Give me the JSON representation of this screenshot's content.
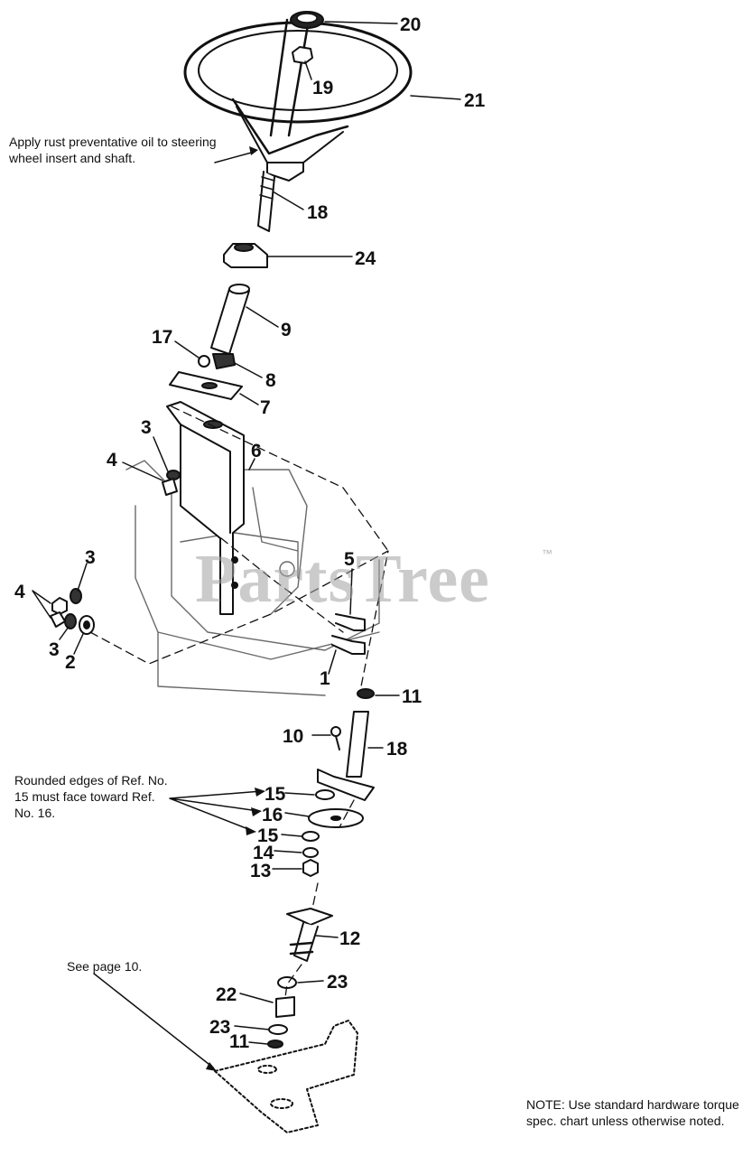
{
  "notes": {
    "rust_oil": "Apply rust preventative oil to steering wheel insert and shaft.",
    "rounded_edges": "Rounded edges of Ref. No. 15 must face toward Ref. No. 16.",
    "see_page": "See page 10.",
    "torque": "NOTE: Use standard hardware torque spec. chart unless otherwise noted."
  },
  "watermark": {
    "text": "PartsTree",
    "trademark": "™"
  },
  "callouts": {
    "c20": "20",
    "c19": "19",
    "c21": "21",
    "c18a": "18",
    "c24": "24",
    "c9": "9",
    "c17": "17",
    "c8": "8",
    "c7": "7",
    "c6": "6",
    "c3a": "3",
    "c4a": "4",
    "c3b": "3",
    "c4b": "4",
    "c3c": "3",
    "c2": "2",
    "c5": "5",
    "c1": "1",
    "c11a": "11",
    "c10": "10",
    "c18b": "18",
    "c15a": "15",
    "c16": "16",
    "c15b": "15",
    "c14": "14",
    "c13": "13",
    "c12": "12",
    "c23a": "23",
    "c22": "22",
    "c23b": "23",
    "c11b": "11"
  }
}
